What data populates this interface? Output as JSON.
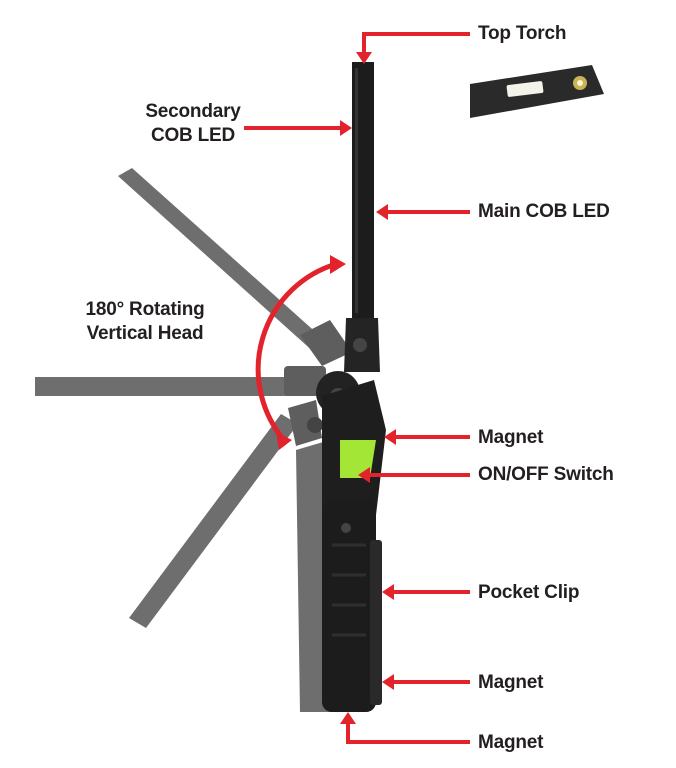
{
  "labels": {
    "top_torch": "Top Torch",
    "secondary_line1": "Secondary",
    "secondary_line2": "COB LED",
    "main_cob": "Main COB LED",
    "rotating_line1": "180° Rotating",
    "rotating_line2": "Vertical Head",
    "magnet_upper": "Magnet",
    "switch": "ON/OFF Switch",
    "pocket_clip": "Pocket Clip",
    "magnet_lower": "Magnet",
    "magnet_bottom": "Magnet"
  },
  "colors": {
    "arrow": "#e3232b",
    "text": "#231f20",
    "body": "#1c1c1c",
    "ghost": "#6e6e6e",
    "switch": "#a3e635"
  }
}
